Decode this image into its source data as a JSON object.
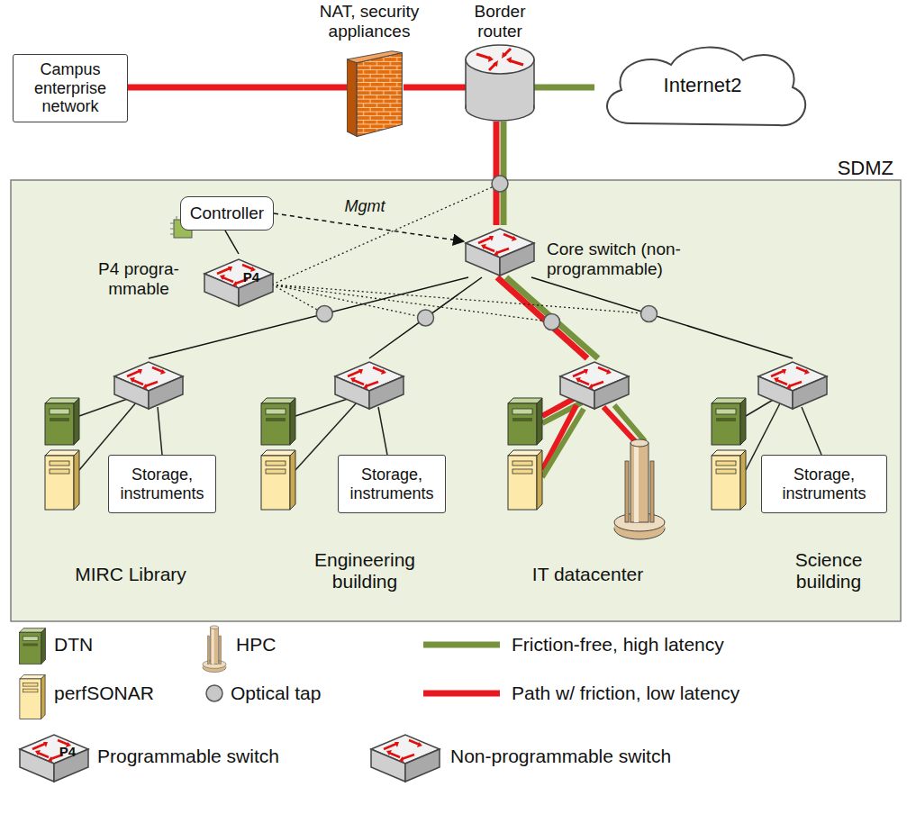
{
  "diagram": {
    "nodes": [
      {
        "text": [
          "Campus enterprise network"
        ]
      },
      {
        "text": [
          "NAT, security appliances"
        ]
      },
      {
        "text": [
          "Border router"
        ]
      },
      {
        "text": [
          "Internet2"
        ]
      },
      {
        "text": [
          "SDMZ"
        ]
      },
      {
        "text": [
          "Controller"
        ],
        "in": 4
      },
      {
        "text": [
          "P4",
          "P4 progra- mmable"
        ],
        "in": 4
      },
      {
        "text": [
          "Core switch (non-programmable)"
        ],
        "in": 4
      },
      {
        "text": [
          "MIRC Library"
        ],
        "in": 4
      },
      {
        "text": [
          "Storage, instruments"
        ],
        "in": 8
      },
      {
        "text": [
          "Engineering building"
        ],
        "in": 4
      },
      {
        "text": [
          "Storage, instruments"
        ],
        "in": 10
      },
      {
        "text": [
          "IT datacenter"
        ],
        "in": 4
      },
      {
        "text": [
          "Science building"
        ],
        "in": 4
      },
      {
        "text": [
          "Storage, instruments"
        ],
        "in": 13
      }
    ],
    "edges": [
      {
        "from": 0,
        "to": 1,
        "arrow": "none"
      },
      {
        "from": 1,
        "to": 2,
        "arrow": "none"
      },
      {
        "from": 2,
        "to": 3,
        "arrow": "none"
      },
      {
        "from": 2,
        "to": 7,
        "arrow": "none"
      },
      {
        "from": 2,
        "to": 7,
        "arrow": "none"
      },
      {
        "from": 5,
        "to": 7,
        "arrow": "to",
        "label": "Mgmt"
      },
      {
        "from": 5,
        "to": 6,
        "arrow": "none"
      },
      {
        "from": 7,
        "to": 8,
        "arrow": "none"
      },
      {
        "from": 7,
        "to": 10,
        "arrow": "none"
      },
      {
        "from": 7,
        "to": 12,
        "arrow": "none"
      },
      {
        "from": 7,
        "to": 12,
        "arrow": "none"
      },
      {
        "from": 7,
        "to": 13,
        "arrow": "none"
      }
    ],
    "labels": [
      "P4"
    ],
    "legend": [
      {
        "text": "DTN"
      },
      {
        "text": "HPC"
      },
      {
        "text": "Friction-free, high latency"
      },
      {
        "text": "perfSONAR"
      },
      {
        "text": "Optical tap"
      },
      {
        "text": "Path w/ friction, low latency"
      },
      {
        "text": "Programmable switch"
      },
      {
        "text": "Non-programmable switch"
      }
    ]
  }
}
